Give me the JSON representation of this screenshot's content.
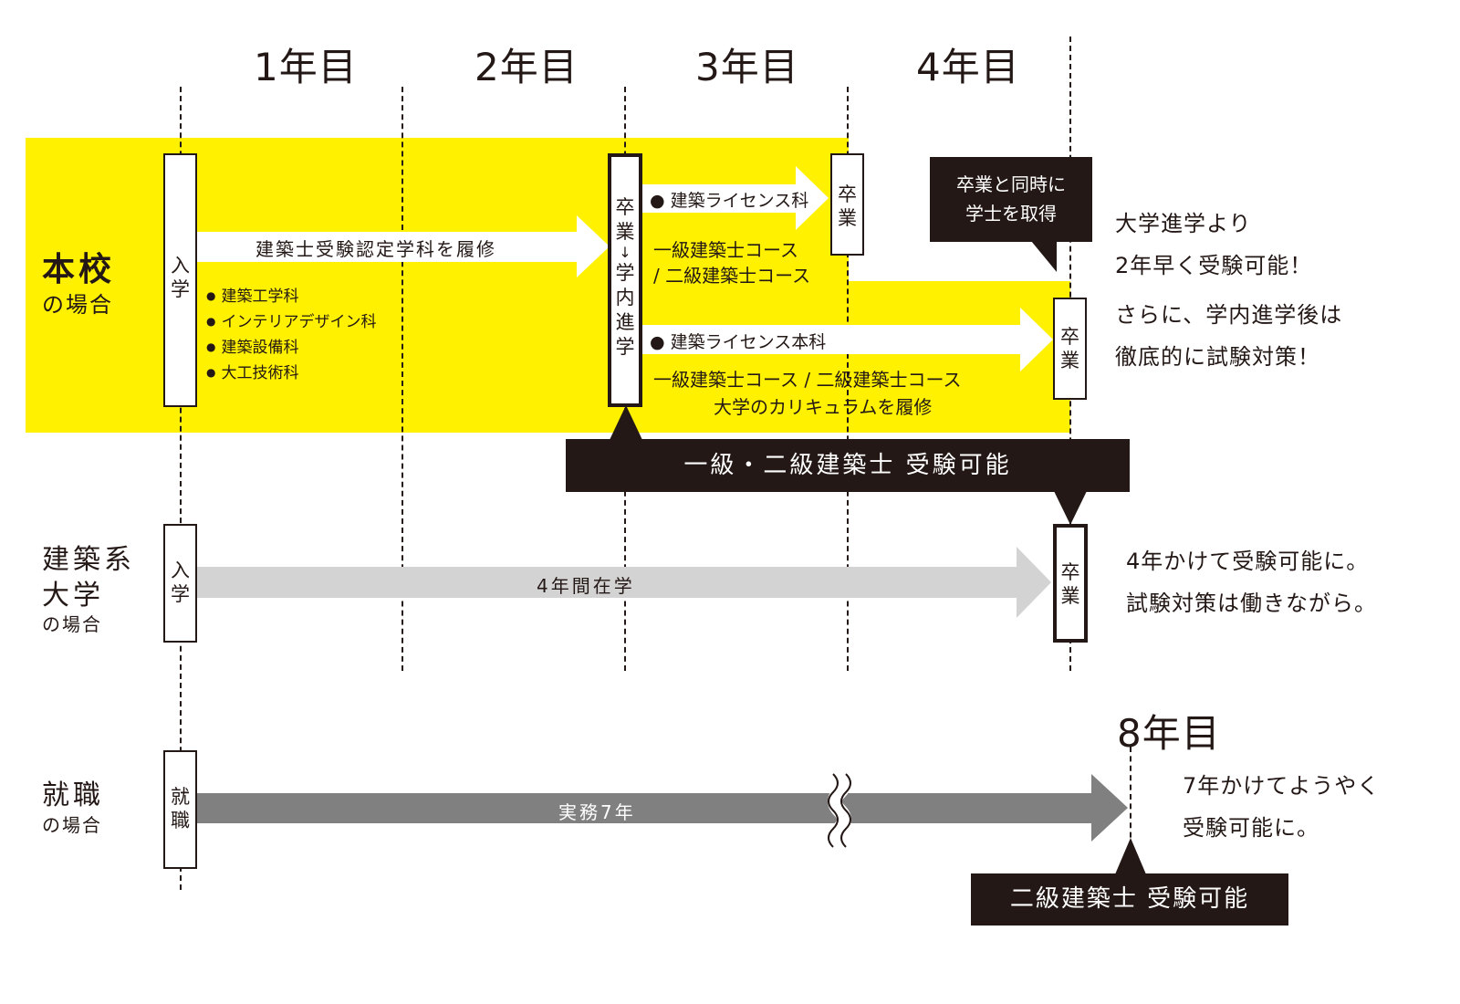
{
  "years": [
    "1年目",
    "2年目",
    "3年目",
    "4年目"
  ],
  "year8": "8年目",
  "honko": {
    "title": "本校",
    "subtitle": "の場合",
    "entry": [
      "入",
      "学"
    ],
    "main_arrow": "建築士受験認定学科を履修",
    "depts": [
      "建築工学科",
      "インテリアデザイン科",
      "建築設備科",
      "大工技術科"
    ],
    "advance": [
      "卒",
      "業",
      "↓",
      "学",
      "内",
      "進",
      "学"
    ],
    "license_dept": "● 建築ライセンス科",
    "license_courses": [
      "一級建築士コース",
      "/ 二級建築士コース"
    ],
    "grad1": [
      "卒",
      "業"
    ],
    "bachelor_callout": [
      "卒業と同時に",
      "学士を取得"
    ],
    "license_main": "● 建築ライセンス本科",
    "license_main_courses": [
      "一級建築士コース / 二級建築士コース",
      "大学のカリキュラムを履修"
    ],
    "grad2": [
      "卒",
      "業"
    ],
    "note": [
      "大学進学より",
      "2年早く受験可能！",
      "さらに、学内進学後は",
      "徹底的に試験対策！"
    ]
  },
  "exam_banner": "一級・二級建築士 受験可能",
  "univ": {
    "title": [
      "建築系",
      "大学"
    ],
    "subtitle": "の場合",
    "entry": [
      "入",
      "学"
    ],
    "arrow": "4年間在学",
    "grad": [
      "卒",
      "業"
    ],
    "note": [
      "4年かけて受験可能に。",
      "試験対策は働きながら。"
    ]
  },
  "job": {
    "title": "就職",
    "subtitle": "の場合",
    "entry": [
      "就",
      "職"
    ],
    "arrow": "実務7年",
    "note": [
      "7年かけてようやく",
      "受験可能に。"
    ],
    "banner": "二級建築士 受験可能"
  },
  "colors": {
    "yellow": "#fff100",
    "dark": "#231815",
    "light_gray": "#d3d3d3",
    "dark_gray": "#808080",
    "white": "#ffffff"
  }
}
